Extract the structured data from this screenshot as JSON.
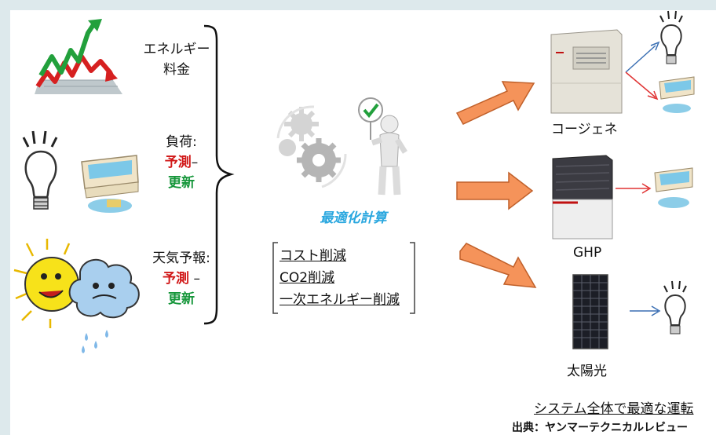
{
  "inputs": [
    {
      "icon": "rising-chart-icon",
      "lines": [
        "エネルギー",
        "料金"
      ]
    },
    {
      "icon": "bulb-and-bath-icon",
      "title": "負荷:",
      "forecast": "予測",
      "sep": "–",
      "update": "更新"
    },
    {
      "icon": "sun-and-cloud-icon",
      "title": "天気予報:",
      "forecast": "予測",
      "sep": " –",
      "update": "更新"
    }
  ],
  "center": {
    "icon": "gears-and-figure-icon",
    "optimization_label": "最適化計算",
    "goals": [
      "コスト削減",
      "CO2削減",
      "一次エネルギー削減"
    ]
  },
  "outputs": [
    {
      "name": "コージェネ",
      "icon": "cogeneration-unit-icon",
      "targets": [
        "bulb-icon",
        "bath-icon"
      ]
    },
    {
      "name": "GHP",
      "icon": "gas-heat-pump-icon",
      "targets": [
        "bath-icon"
      ]
    },
    {
      "name": "太陽光",
      "icon": "solar-panel-icon",
      "targets": [
        "bulb-icon"
      ]
    }
  ],
  "footer": {
    "summary": "システム全体で最適な運転",
    "source": "出典：ヤンマーテクニカルレビュー"
  },
  "colors": {
    "background": "#dde9ec",
    "forecast": "#d11818",
    "update": "#15963a",
    "optimization": "#2aa7df",
    "big_arrow": "#f5935a",
    "blue_arrow": "#3a6fb3",
    "red_arrow": "#e03434"
  }
}
